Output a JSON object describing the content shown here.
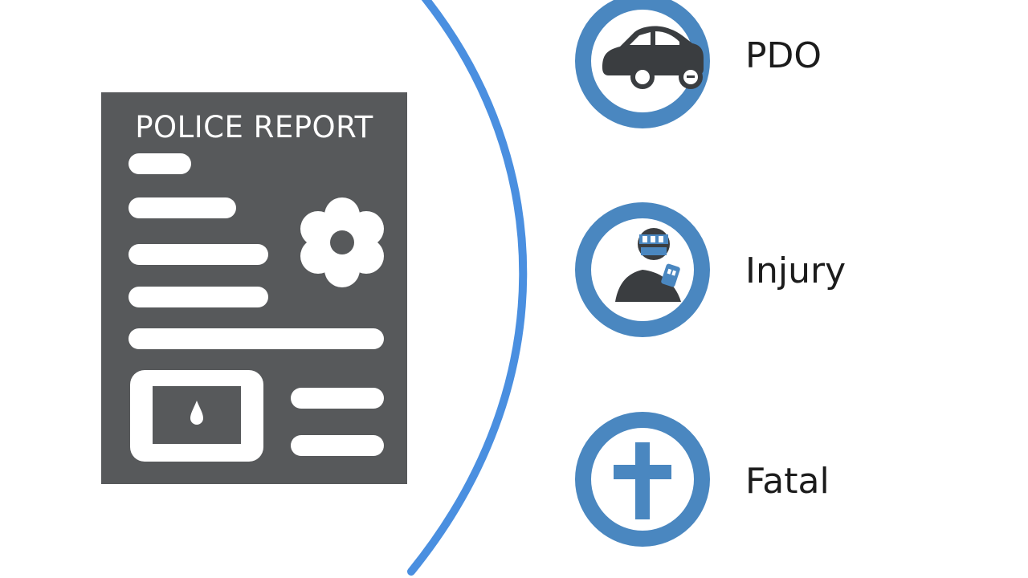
{
  "report": {
    "title": "POLICE REPORT"
  },
  "categories": [
    {
      "label": "PDO",
      "icon": "car-icon"
    },
    {
      "label": "Injury",
      "icon": "injured-person-icon"
    },
    {
      "label": "Fatal",
      "icon": "cross-icon"
    }
  ],
  "colors": {
    "report_bg": "#57595b",
    "arc": "#4a8fe0",
    "badge_ring": "#4a87c0",
    "icon_dark": "#3a3d40"
  }
}
